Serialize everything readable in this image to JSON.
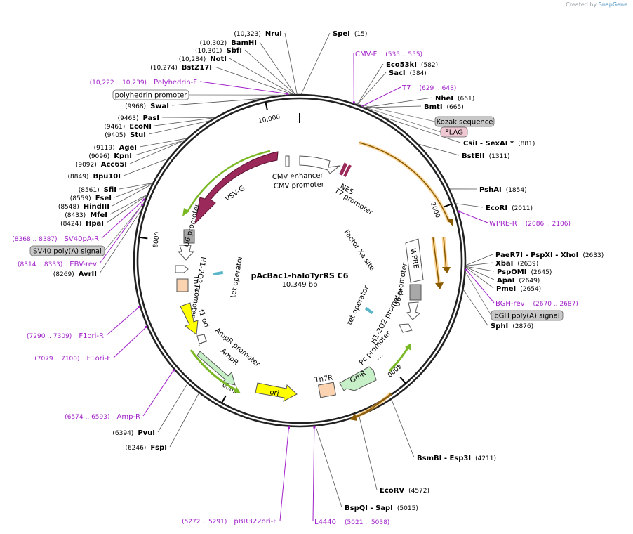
{
  "credit": {
    "prefix": "Created by",
    "brand": "SnapGene"
  },
  "plasmid": {
    "name": "pAcBac1-haloTyrRS C6",
    "length_label": "10,349 bp",
    "length": 10349
  },
  "ticks": [
    {
      "bp": 2000,
      "label": "2000"
    },
    {
      "bp": 4000,
      "label": "4000"
    },
    {
      "bp": 6000,
      "label": "6000"
    },
    {
      "bp": 8000,
      "label": "8000"
    },
    {
      "bp": 10000,
      "label": "10,000"
    }
  ],
  "sites_right": [
    {
      "name": "SpeI",
      "pos": "(15)",
      "bp": 15
    },
    {
      "name": "Eco53kI",
      "pos": "(582)",
      "bp": 582
    },
    {
      "name": "SacI",
      "pos": "(584)",
      "bp": 584
    },
    {
      "name": "NheI",
      "pos": "(661)",
      "bp": 661
    },
    {
      "name": "BmtI",
      "pos": "(665)",
      "bp": 665
    },
    {
      "name": "CsiI  - SexAI *",
      "pos": "(881)",
      "bp": 881
    },
    {
      "name": "BstEII",
      "pos": "(1311)",
      "bp": 1311
    },
    {
      "name": "PshAI",
      "pos": "(1854)",
      "bp": 1854
    },
    {
      "name": "EcoRI",
      "pos": "(2011)",
      "bp": 2011
    },
    {
      "name": "PaeR7I  - PspXI  - XhoI",
      "pos": "(2633)",
      "bp": 2633
    },
    {
      "name": "XbaI",
      "pos": "(2639)",
      "bp": 2639
    },
    {
      "name": "PspOMI",
      "pos": "(2645)",
      "bp": 2645
    },
    {
      "name": "ApaI",
      "pos": "(2649)",
      "bp": 2649
    },
    {
      "name": "PmeI",
      "pos": "(2654)",
      "bp": 2654
    },
    {
      "name": "SphI",
      "pos": "(2876)",
      "bp": 2876
    },
    {
      "name": "BsmBI  - Esp3I",
      "pos": "(4211)",
      "bp": 4211
    },
    {
      "name": "EcoRV",
      "pos": "(4572)",
      "bp": 4572
    },
    {
      "name": "BspQI  - SapI",
      "pos": "(5015)",
      "bp": 5015
    }
  ],
  "sites_left": [
    {
      "name": "NruI",
      "pos": "(10,323)",
      "bp": 10323
    },
    {
      "name": "BamHI",
      "pos": "(10,302)",
      "bp": 10302
    },
    {
      "name": "SbfI",
      "pos": "(10,301)",
      "bp": 10301
    },
    {
      "name": "NotI",
      "pos": "(10,284)",
      "bp": 10284
    },
    {
      "name": "BstZ17I",
      "pos": "(10,274)",
      "bp": 10274
    },
    {
      "name": "SwaI",
      "pos": "(9968)",
      "bp": 9968
    },
    {
      "name": "PasI",
      "pos": "(9463)",
      "bp": 9463
    },
    {
      "name": "EcoNI",
      "pos": "(9461)",
      "bp": 9461
    },
    {
      "name": "StuI",
      "pos": "(9405)",
      "bp": 9405
    },
    {
      "name": "AgeI",
      "pos": "(9119)",
      "bp": 9119
    },
    {
      "name": "KpnI",
      "pos": "(9096)",
      "bp": 9096
    },
    {
      "name": "Acc65I",
      "pos": "(9092)",
      "bp": 9092
    },
    {
      "name": "Bpu10I",
      "pos": "(8849)",
      "bp": 8849
    },
    {
      "name": "SfiI",
      "pos": "(8561)",
      "bp": 8561
    },
    {
      "name": "FseI",
      "pos": "(8559)",
      "bp": 8559
    },
    {
      "name": "HindIII",
      "pos": "(8548)",
      "bp": 8548
    },
    {
      "name": "MfeI",
      "pos": "(8433)",
      "bp": 8433
    },
    {
      "name": "HpaI",
      "pos": "(8424)",
      "bp": 8424
    },
    {
      "name": "AvrII",
      "pos": "(8269)",
      "bp": 8269
    },
    {
      "name": "PvuI",
      "pos": "(6394)",
      "bp": 6394
    },
    {
      "name": "FspI",
      "pos": "(6246)",
      "bp": 6246
    }
  ],
  "primers": [
    {
      "name": "CMV-F",
      "range": "(535 .. 555)",
      "bp": 545
    },
    {
      "name": "T7",
      "range": "(629 .. 648)",
      "bp": 638
    },
    {
      "name": "WPRE-R",
      "range": "(2086 .. 2106)",
      "bp": 2096
    },
    {
      "name": "BGH-rev",
      "range": "(2670 .. 2687)",
      "bp": 2678
    },
    {
      "name": "L4440",
      "range": "(5021 .. 5038)",
      "bp": 5030
    },
    {
      "name": "pBR322ori-F",
      "range": "(5272 .. 5291)",
      "bp": 5282
    },
    {
      "name": "Amp-R",
      "range": "(6574 .. 6593)",
      "bp": 6584
    },
    {
      "name": "F1ori-F",
      "range": "(7079 .. 7100)",
      "bp": 7090
    },
    {
      "name": "F1ori-R",
      "range": "(7290 .. 7309)",
      "bp": 7300
    },
    {
      "name": "EBV-rev",
      "range": "(8314 .. 8333)",
      "bp": 8324
    },
    {
      "name": "SV40pA-R",
      "range": "(8368 .. 8387)",
      "bp": 8378
    },
    {
      "name": "Polyhedrin-F",
      "range": "(10,222 .. 10,239)",
      "bp": 10230
    }
  ],
  "boxed_features": [
    {
      "name": "Kozak sequence",
      "color": "#c8c8c8"
    },
    {
      "name": "FLAG",
      "color": "#f0c8d4"
    },
    {
      "name": "bGH poly(A) signal",
      "color": "#c8c8c8"
    },
    {
      "name": "SV40 poly(A) signal",
      "color": "#c8c8c8"
    },
    {
      "name": "polyhedrin promoter",
      "color": "#ffffff"
    }
  ],
  "inner_labels": {
    "cmv_enhancer": "CMV enhancer",
    "cmv_promoter": "CMV promoter",
    "nes": "NES",
    "t7_promoter": "T7 promoter",
    "vsvg": "VSV-G",
    "factor_xa": "Factor Xa site",
    "wpre": "WPRE",
    "u6_promoter_right": "U6 promoter",
    "h1_2o2_right": "H1-2O2 promoter",
    "tet_operator_right": "tet operator",
    "pc_promoter": "Pc promoter",
    "gmr": "GmR",
    "tn7r": "Tn7R",
    "ori": "ori",
    "ampr_promoter": "AmpR promoter",
    "ampr": "AmpR",
    "f1_ori": "f1 ori",
    "tn7l": "Tn7L",
    "h1_2o2_left": "H1-2O2 promoter",
    "u6_promoter_left": "U6 promoter",
    "tet_operator_left": "tet operator"
  },
  "colors": {
    "backbone": "#222222",
    "vsvg": "#9b2a5a",
    "orange_feature": "#f5a623",
    "green_halo": "#7ab825",
    "yellow": "#ffff00",
    "light_green": "#c8f0c8",
    "tn_box": "#fbd3b0",
    "primer": "#a020c8",
    "gray_box": "#a8a8a8"
  }
}
